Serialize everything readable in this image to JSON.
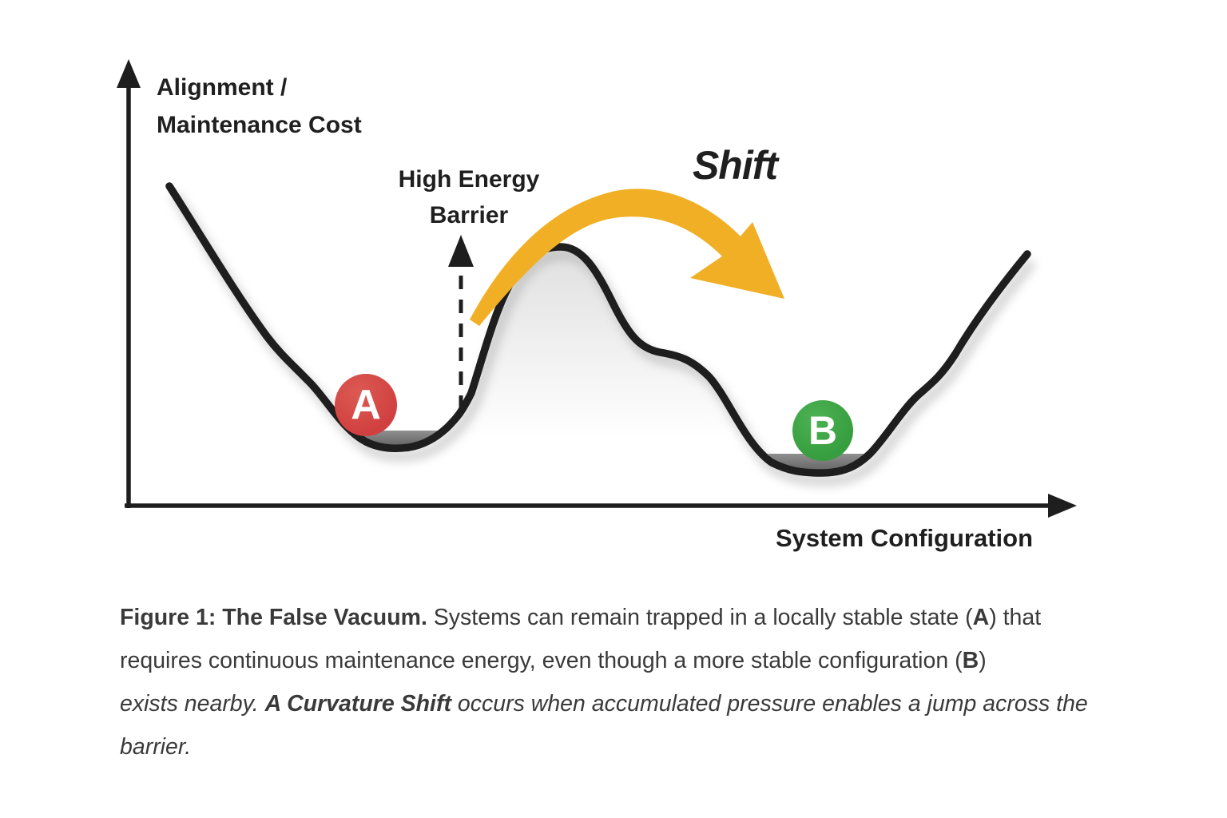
{
  "figure": {
    "y_axis_label": {
      "line1": "Alignment /",
      "line2": "Maintenance Cost"
    },
    "x_axis_label": "System Configuration",
    "barrier_label": {
      "line1": "High Energy",
      "line2": "Barrier"
    },
    "shift_label": "Shift",
    "markers": {
      "a": "A",
      "b": "B"
    },
    "colors": {
      "curve": "#1e1e1e",
      "axis": "#1e1e1e",
      "marker_a": "#d04040",
      "marker_a_light": "#dc5a52",
      "marker_b": "#379e3f",
      "marker_b_light": "#4cb152",
      "arrow_yellow": "#f0af24",
      "pool_dark": "#5c5c5c",
      "pool_light": "#8f8f8f",
      "peak_shade": "#dedede",
      "label_text": "#1f1f1f",
      "caption_text": "#3a3a3a"
    }
  },
  "caption": {
    "lines": [
      {
        "segments": [
          {
            "text": "Figure 1: The False Vacuum.",
            "bold": true
          },
          {
            "text": " Systems can remain trapped in a locally stable state ("
          },
          {
            "text": "A",
            "bold": true
          },
          {
            "text": ") that"
          }
        ]
      },
      {
        "segments": [
          {
            "text": "requires continuous maintenance energy, even though a more stable configuration ("
          },
          {
            "text": "B",
            "bold": true
          },
          {
            "text": ")"
          }
        ]
      },
      {
        "segments": [
          {
            "text": "exists nearby. ",
            "italic": true
          },
          {
            "text": "A Curvature Shift",
            "bold": true,
            "italic": true
          },
          {
            "text": " occurs when accumulated pressure enables a jump across the",
            "italic": true
          }
        ]
      },
      {
        "segments": [
          {
            "text": "barrier.",
            "italic": true
          }
        ]
      }
    ]
  }
}
